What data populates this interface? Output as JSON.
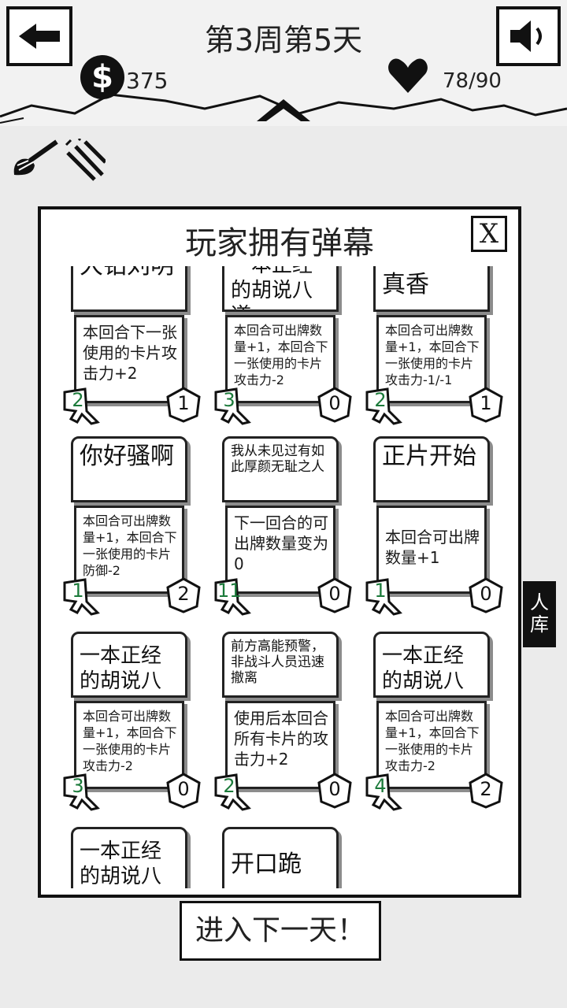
{
  "header": {
    "title": "第3周第5天",
    "money": "375",
    "coin_symbol": "$",
    "hp": "78/90"
  },
  "panel": {
    "title": "玩家拥有弹幕",
    "close_label": "X"
  },
  "cards": [
    {
      "title": "大铂刘明",
      "desc": "本回合下一张使用的卡片攻击力+2",
      "cost": "2",
      "attack": "1"
    },
    {
      "title": "一本正经的胡说八道",
      "desc": "本回合可出牌数量+1，本回合下一张使用的卡片攻击力-2",
      "cost": "3",
      "attack": "0"
    },
    {
      "title": "真香",
      "desc": "本回合可出牌数量+1，本回合下一张使用的卡片攻击力-1/-1",
      "cost": "2",
      "attack": "1"
    },
    {
      "title": "你好骚啊",
      "desc": "本回合可出牌数量+1，本回合下一张使用的卡片防御-2",
      "cost": "1",
      "attack": "2"
    },
    {
      "title": "我从未见过有如此厚颜无耻之人",
      "desc": "下一回合的可出牌数量变为0",
      "cost": "11",
      "attack": "0"
    },
    {
      "title": "正片开始",
      "desc": "本回合可出牌数量+1",
      "cost": "1",
      "attack": "0"
    },
    {
      "title": "一本正经的胡说八道",
      "desc": "本回合可出牌数量+1，本回合下一张使用的卡片攻击力-2",
      "cost": "3",
      "attack": "0"
    },
    {
      "title": "前方高能预警，非战斗人员迅速撤离",
      "desc": "使用后本回合所有卡片的攻击力+2",
      "cost": "2",
      "attack": "0"
    },
    {
      "title": "一本正经的胡说八道",
      "desc": "本回合可出牌数量+1，本回合下一张使用的卡片攻击力-2",
      "cost": "4",
      "attack": "2"
    },
    {
      "title": "一本正经的胡说八道",
      "desc": "",
      "cost": "",
      "attack": ""
    },
    {
      "title": "开口跪",
      "desc": "",
      "cost": "",
      "attack": ""
    }
  ],
  "side_tab": {
    "line1": "人",
    "line2": "库"
  },
  "footer": {
    "next_day_label": "进入下一天！"
  },
  "icons": {
    "back": "back-arrow-icon",
    "sound": "speaker-icon",
    "coin": "coin-icon",
    "heart": "heart-icon",
    "toggle": "chevron-up-icon",
    "tool_a": "brush-icon",
    "tool_b": "claw-scratch-icon"
  }
}
